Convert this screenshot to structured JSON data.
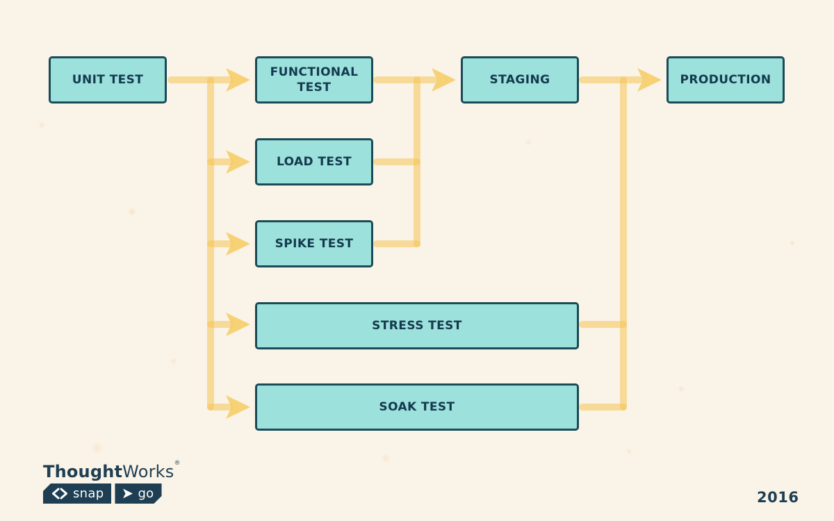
{
  "palette": {
    "background": "#faf3e7",
    "node_fill": "#9ce1db",
    "node_border": "#1b4a58",
    "node_text": "#14394f",
    "arrow_yellow": "#f5c758",
    "logo_navy": "#1d3e53",
    "badge_text": "#ffffff"
  },
  "nodes": [
    {
      "id": "unit-test",
      "label": "UNIT TEST"
    },
    {
      "id": "functional-test",
      "label": "FUNCTIONAL TEST"
    },
    {
      "id": "staging",
      "label": "STAGING"
    },
    {
      "id": "production",
      "label": "PRODUCTION"
    },
    {
      "id": "load-test",
      "label": "LOAD TEST"
    },
    {
      "id": "spike-test",
      "label": "SPIKE TEST"
    },
    {
      "id": "stress-test",
      "label": "STRESS TEST"
    },
    {
      "id": "soak-test",
      "label": "SOAK TEST"
    }
  ],
  "edges": [
    {
      "from": "unit-test",
      "to": "functional-test"
    },
    {
      "from": "unit-test",
      "to": "load-test"
    },
    {
      "from": "unit-test",
      "to": "spike-test"
    },
    {
      "from": "unit-test",
      "to": "stress-test"
    },
    {
      "from": "unit-test",
      "to": "soak-test"
    },
    {
      "from": "functional-test",
      "to": "staging"
    },
    {
      "from": "load-test",
      "to": "staging"
    },
    {
      "from": "spike-test",
      "to": "staging"
    },
    {
      "from": "staging",
      "to": "production"
    },
    {
      "from": "stress-test",
      "to": "production"
    },
    {
      "from": "soak-test",
      "to": "production"
    }
  ],
  "footer": {
    "brand_bold": "Thought",
    "brand_light": "Works",
    "registered_mark": "®",
    "badges": [
      {
        "id": "snap",
        "label": "snap",
        "icon": "code-brackets-icon"
      },
      {
        "id": "go",
        "label": "go",
        "icon": "play-arrow-icon"
      }
    ],
    "year": "2016"
  }
}
